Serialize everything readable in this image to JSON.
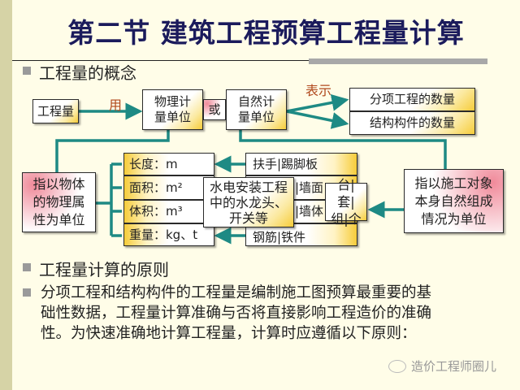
{
  "title": "第二节  建筑工程预算工程量计算",
  "section1": "工程量的概念",
  "diagram": {
    "quantity": "工程量",
    "use_label": "用",
    "physical_unit": "物理计量单位",
    "or_label": "或",
    "natural_unit": "自然计量单位",
    "represent_label": "表示",
    "item_quantity": "分项工程的数量",
    "component_quantity": "结构构件的数量",
    "physical_def": "指以物体的物理属性为单位",
    "natural_def": "指以施工对象本身自然组成情况为单位",
    "units": [
      "长度：m",
      "面积：m²",
      "体积：m³",
      "重量：kg、t"
    ],
    "examples": [
      "扶手|踢脚板",
      "|墙面",
      "|墙体",
      "钢筋|铁件"
    ],
    "overlay": "水电安装工程中的水龙头、开关等",
    "natural_units": "台|套|组|个"
  },
  "section2": "工程量计算的原则",
  "paragraph": [
    "分项工程和结构构件的工程量是编制施工图预算最重要的基",
    "础性数据，工程量计算准确与否将直接影响工程造价的准确",
    "性。为快速准确地计算工程量，计算时应遵循以下原则："
  ],
  "watermark": "造价工程师圈儿"
}
